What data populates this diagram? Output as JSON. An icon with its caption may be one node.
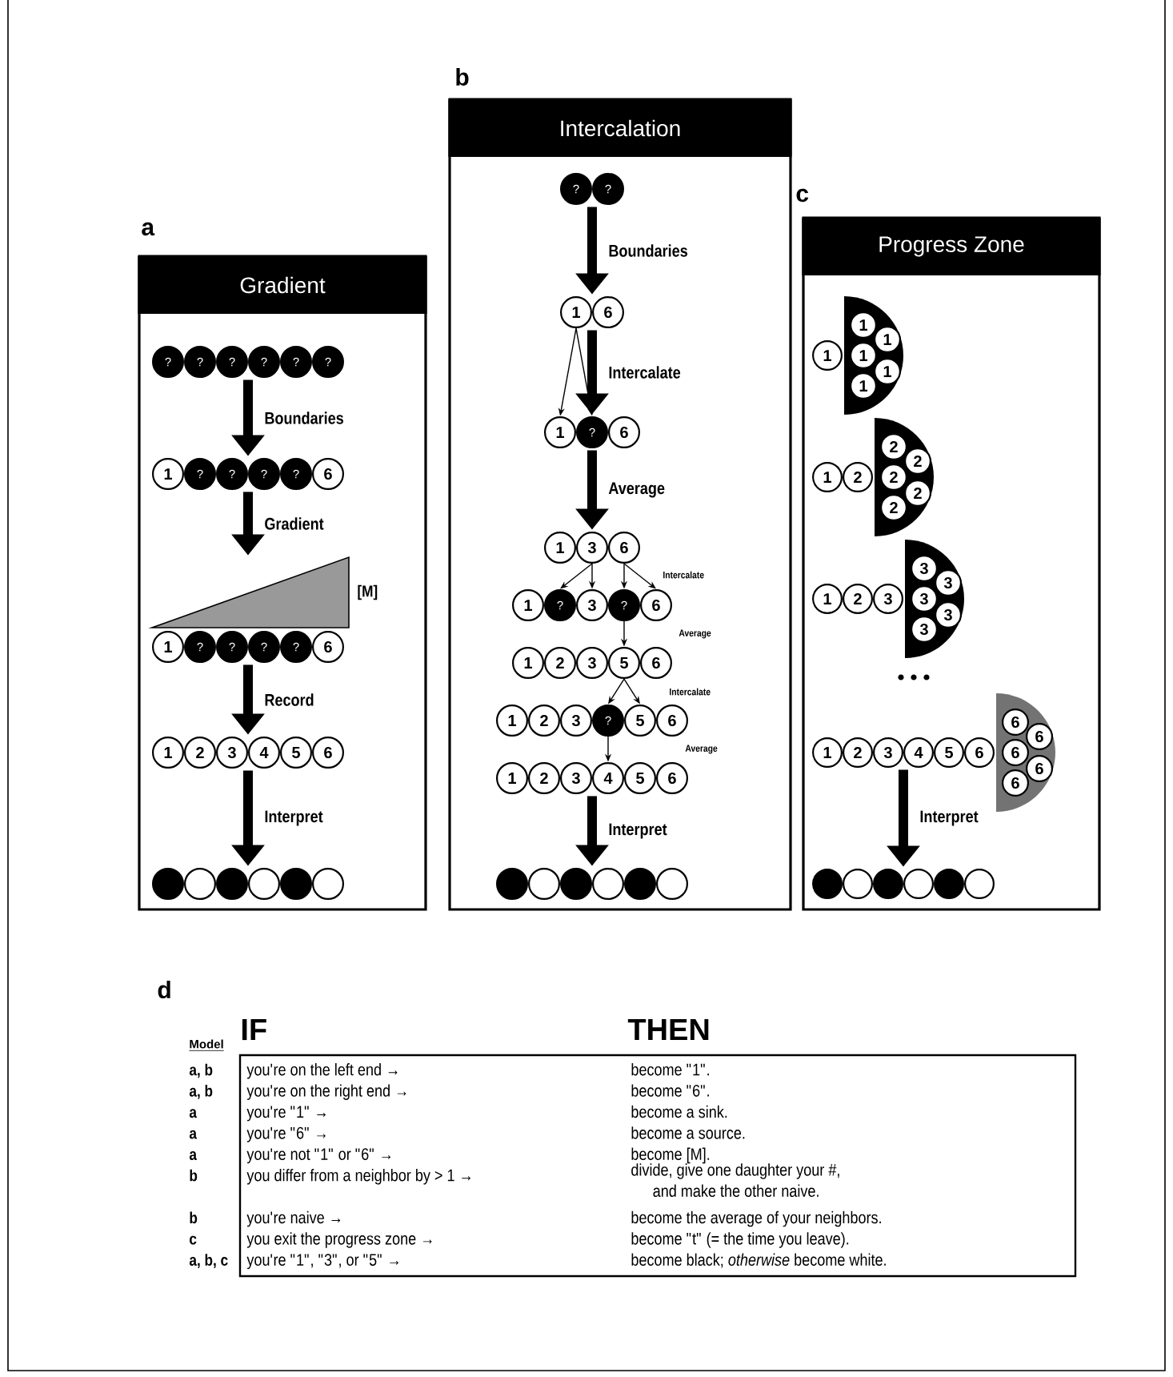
{
  "diagram": {
    "nodes": [
      {
        "text": [
          "Gradient"
        ]
      },
      {
        "text": [
          "?",
          "?",
          "?",
          "?",
          "?",
          "?"
        ],
        "in": 0
      },
      {
        "text": [
          "1",
          "?",
          "?",
          "?",
          "?",
          "6"
        ],
        "in": 0
      },
      {
        "text": [],
        "shape": "triangle",
        "beside": [
          "[M]"
        ],
        "in": 0
      },
      {
        "text": [
          "1",
          "?",
          "?",
          "?",
          "?",
          "6"
        ],
        "in": 0
      },
      {
        "text": [
          "1",
          "2",
          "3",
          "4",
          "5",
          "6"
        ],
        "in": 0
      },
      {
        "text": [],
        "shape": "circle",
        "in": 0
      },
      {
        "text": [
          "Intercalation"
        ]
      },
      {
        "text": [
          "?",
          "?"
        ],
        "in": 7
      },
      {
        "text": [
          "1",
          "6"
        ],
        "in": 7
      },
      {
        "text": [
          "1",
          "?",
          "6"
        ],
        "in": 7
      },
      {
        "text": [
          "1",
          "3",
          "6"
        ],
        "in": 7
      },
      {
        "text": [
          "1",
          "?",
          "3",
          "?",
          "6"
        ],
        "in": 7
      },
      {
        "text": [
          "1",
          "2",
          "3",
          "5",
          "6"
        ],
        "in": 7
      },
      {
        "text": [
          "1",
          "2",
          "3",
          "?",
          "5",
          "6"
        ],
        "in": 7
      },
      {
        "text": [
          "1",
          "2",
          "3",
          "4",
          "5",
          "6"
        ],
        "in": 7
      },
      {
        "text": [],
        "shape": "circle",
        "in": 7
      },
      {
        "text": [
          "Progress Zone"
        ]
      },
      {
        "text": [
          "1"
        ],
        "in": 17
      },
      {
        "text": [
          "1",
          "1",
          "1",
          "1",
          "1"
        ],
        "in": 17
      },
      {
        "text": [
          "1",
          "2"
        ],
        "in": 17
      },
      {
        "text": [
          "2",
          "2",
          "2",
          "2",
          "2"
        ],
        "in": 17
      },
      {
        "text": [
          "1",
          "2",
          "3"
        ],
        "in": 17
      },
      {
        "text": [
          "3",
          "3",
          "3",
          "3",
          "3"
        ],
        "in": 17
      },
      {
        "text": [
          "1",
          "2",
          "3",
          "4",
          "5",
          "6"
        ],
        "in": 17
      },
      {
        "text": [
          "6",
          "6",
          "6",
          "6",
          "6"
        ],
        "in": 17
      },
      {
        "text": [],
        "shape": "circle",
        "in": 17
      }
    ],
    "edges": [
      {
        "from": 1,
        "to": 2,
        "arrow": "to",
        "label": "Boundaries",
        "style": "thick"
      },
      {
        "from": 2,
        "to": 3,
        "arrow": "to",
        "label": "Gradient",
        "style": "thick"
      },
      {
        "from": 4,
        "to": 5,
        "arrow": "to",
        "label": "Record",
        "style": "thick"
      },
      {
        "from": 5,
        "to": 6,
        "arrow": "to",
        "label": "Interpret",
        "style": "thick"
      },
      {
        "from": 8,
        "to": 9,
        "arrow": "to",
        "label": "Boundaries",
        "style": "thick"
      },
      {
        "from": 9,
        "to": 10,
        "arrow": "to",
        "label": "Intercalate",
        "style": "thick"
      },
      {
        "from": 9,
        "to": 10,
        "arrow": "to"
      },
      {
        "from": 9,
        "to": 10,
        "arrow": "to"
      },
      {
        "from": 10,
        "to": 11,
        "arrow": "to",
        "label": "Average",
        "style": "thick"
      },
      {
        "from": 11,
        "to": 12,
        "arrow": "to"
      },
      {
        "from": 11,
        "to": 12,
        "arrow": "to"
      },
      {
        "from": 11,
        "to": 12,
        "arrow": "to"
      },
      {
        "from": 11,
        "to": 12,
        "arrow": "to"
      },
      {
        "from": 12,
        "to": 13,
        "arrow": "to"
      },
      {
        "from": 13,
        "to": 14,
        "arrow": "to"
      },
      {
        "from": 13,
        "to": 14,
        "arrow": "to"
      },
      {
        "from": 14,
        "to": 15,
        "arrow": "to"
      },
      {
        "from": 15,
        "to": 16,
        "arrow": "to",
        "label": "Interpret",
        "style": "thick"
      },
      {
        "from": 24,
        "to": 26,
        "arrow": "to",
        "label": "Interpret",
        "style": "thick"
      }
    ],
    "labels": [
      "a",
      "b",
      "c",
      "Intercalate",
      "Average",
      "Intercalate",
      "Average",
      "d",
      "IF",
      "THEN",
      "Model",
      "a, b",
      "you're on the left end →",
      "become \"1\".",
      "a, b",
      "you're on the right end →",
      "become \"6\".",
      "a",
      "you're \"1\" →",
      "become a sink.",
      "a",
      "you're \"6\" →",
      "become a source.",
      "a",
      "you're not \"1\" or \"6\" →",
      "become [M].",
      "b",
      "you differ from a neighbor by > 1 →",
      "divide, give one daughter your #, and make the other naive.",
      "b",
      "you're naive →",
      "become the average of your neighbors.",
      "c",
      "you exit the progress zone →",
      "become \"t\" (= the time you leave).",
      "a, b, c",
      "you're \"1\", \"3\", or \"5\" →",
      "become black; *otherwise* become white."
    ]
  }
}
